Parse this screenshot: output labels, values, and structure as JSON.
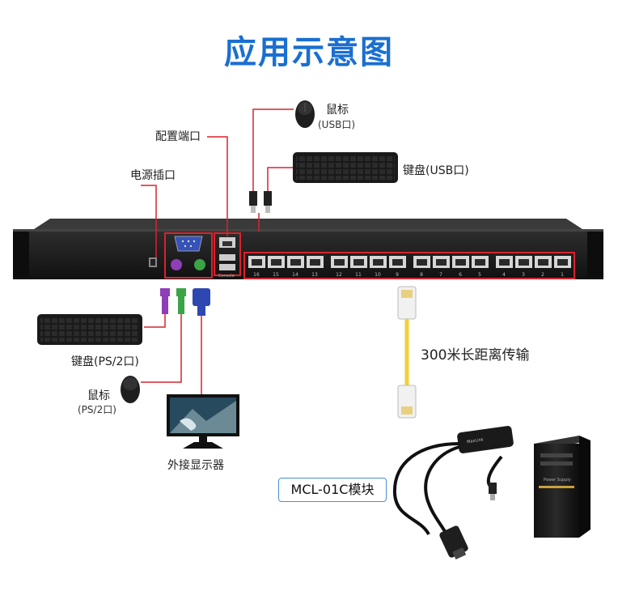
{
  "title": "应用示意图",
  "labels": {
    "mouse_usb": "鼠标",
    "mouse_usb_sub": "(USB口)",
    "config_port": "配置端口",
    "power_port": "电源插口",
    "keyboard_usb": "键盘(USB口)",
    "keyboard_ps2": "键盘(PS/2口)",
    "mouse_ps2": "鼠标",
    "mouse_ps2_sub": "(PS/2口)",
    "monitor": "外接显示器",
    "long_distance": "300米长距离传输",
    "module": "MCL-01C模块",
    "console_label": "Console"
  },
  "port_numbers": [
    "16",
    "15",
    "14",
    "13",
    "12",
    "11",
    "10",
    "9",
    "8",
    "7",
    "6",
    "5",
    "4",
    "3",
    "2",
    "1"
  ],
  "colors": {
    "title": "#1a6fd1",
    "highlight": "#d9232d",
    "chassis": "#1c1c1c",
    "cable": "#f2cf3a",
    "module_border": "#4a8fd8"
  }
}
